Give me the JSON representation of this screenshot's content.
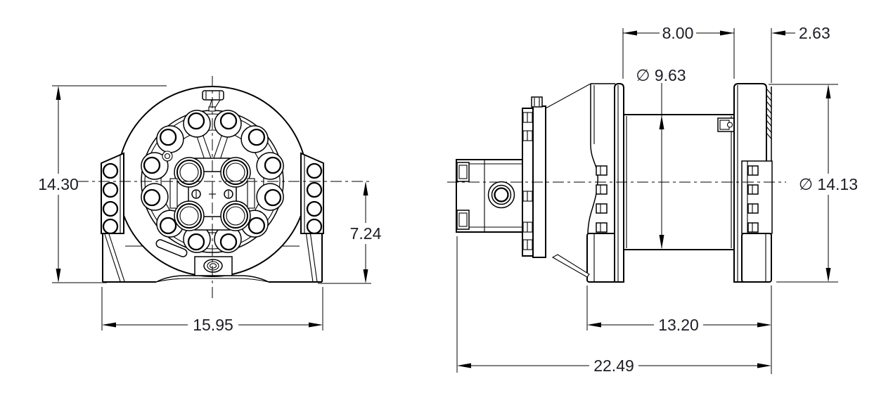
{
  "drawing": {
    "background_color": "#ffffff",
    "line_color": "#000000",
    "text_color": "#1d1d26"
  },
  "dimensions": {
    "front_overall_height": "14.30",
    "front_center_to_base": "7.24",
    "front_overall_width": "15.95",
    "side_drum_length": "8.00",
    "side_flange_offset": "2.63",
    "side_barrel_diameter": "∅ 9.63",
    "side_flange_diameter": "∅ 14.13",
    "side_base_length": "13.20",
    "side_overall_length": "22.49"
  }
}
